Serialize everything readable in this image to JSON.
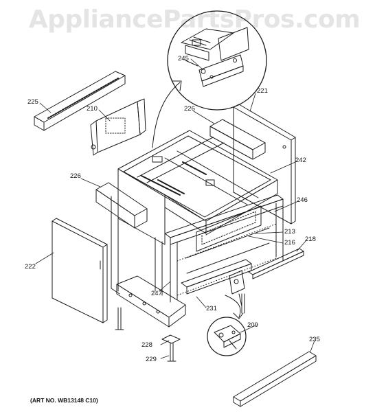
{
  "watermark": "AppliancePartsPros.com",
  "art_note": "(ART NO. WB13148 C10)",
  "callouts": [
    {
      "key": "c245",
      "text": "245"
    },
    {
      "key": "c225",
      "text": "225"
    },
    {
      "key": "c210",
      "text": "210"
    },
    {
      "key": "c221",
      "text": "221"
    },
    {
      "key": "c226a",
      "text": "226"
    },
    {
      "key": "c226b",
      "text": "226"
    },
    {
      "key": "c242",
      "text": "242"
    },
    {
      "key": "c246",
      "text": "246"
    },
    {
      "key": "c213",
      "text": "213"
    },
    {
      "key": "c216",
      "text": "216"
    },
    {
      "key": "c218",
      "text": "218"
    },
    {
      "key": "c222",
      "text": "222"
    },
    {
      "key": "c247",
      "text": "247"
    },
    {
      "key": "c231",
      "text": "231"
    },
    {
      "key": "c209",
      "text": "209"
    },
    {
      "key": "c228",
      "text": "228"
    },
    {
      "key": "c229",
      "text": "229"
    },
    {
      "key": "c235",
      "text": "235"
    }
  ],
  "colors": {
    "line": "#1a1a1a",
    "watermark": "#e4e4e4",
    "background": "#ffffff"
  }
}
